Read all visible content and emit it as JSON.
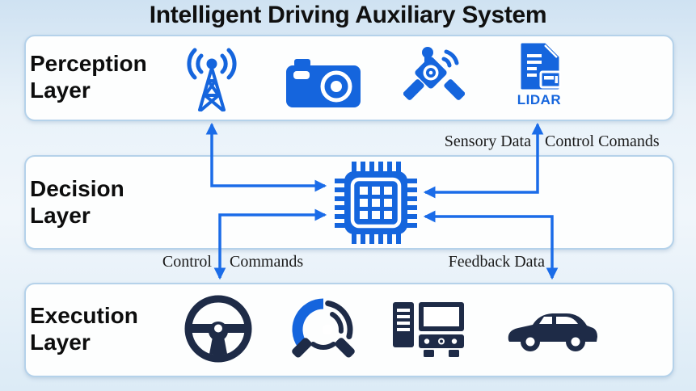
{
  "title": "Intelligent Driving Auxiliary System",
  "layers": [
    {
      "name": "Perception Layer",
      "title_line1": "Perception",
      "title_line2": "Layer",
      "icons": [
        "radio-tower-icon",
        "camera-icon",
        "satellite-icon",
        "lidar-document-icon"
      ]
    },
    {
      "name": "Decision Layer",
      "title_line1": "Decision",
      "title_line2": "Layer",
      "icons": [
        "cpu-chip-icon"
      ]
    },
    {
      "name": "Execution Layer",
      "title_line1": "Execution",
      "title_line2": "Layer",
      "icons": [
        "steering-wheel-icon",
        "brake-disc-icon",
        "ecu-computer-icon",
        "car-icon"
      ]
    }
  ],
  "lidar_label": "LIDAR",
  "flow_labels": {
    "sensory_data": "Sensory Data",
    "control_comands": "Control Comands",
    "control": "Control",
    "commands": "Commands",
    "feedback_data": "Feedback Data"
  },
  "connections": [
    {
      "between": "perception-decision",
      "left_label": "Sensory Data",
      "right_label": "Control Comands",
      "style": "bidirectional"
    },
    {
      "between": "decision-execution",
      "left_label": "Control Commands",
      "right_label": "Feedback Data",
      "style": "bidirectional"
    }
  ],
  "colors": {
    "icon_blue": "#1565dd",
    "arrow_blue": "#1b6ce8",
    "dark_navy": "#1e2b47",
    "box_border": "#b5d2ea",
    "background": "#dcebf6",
    "title_text": "#101010"
  }
}
